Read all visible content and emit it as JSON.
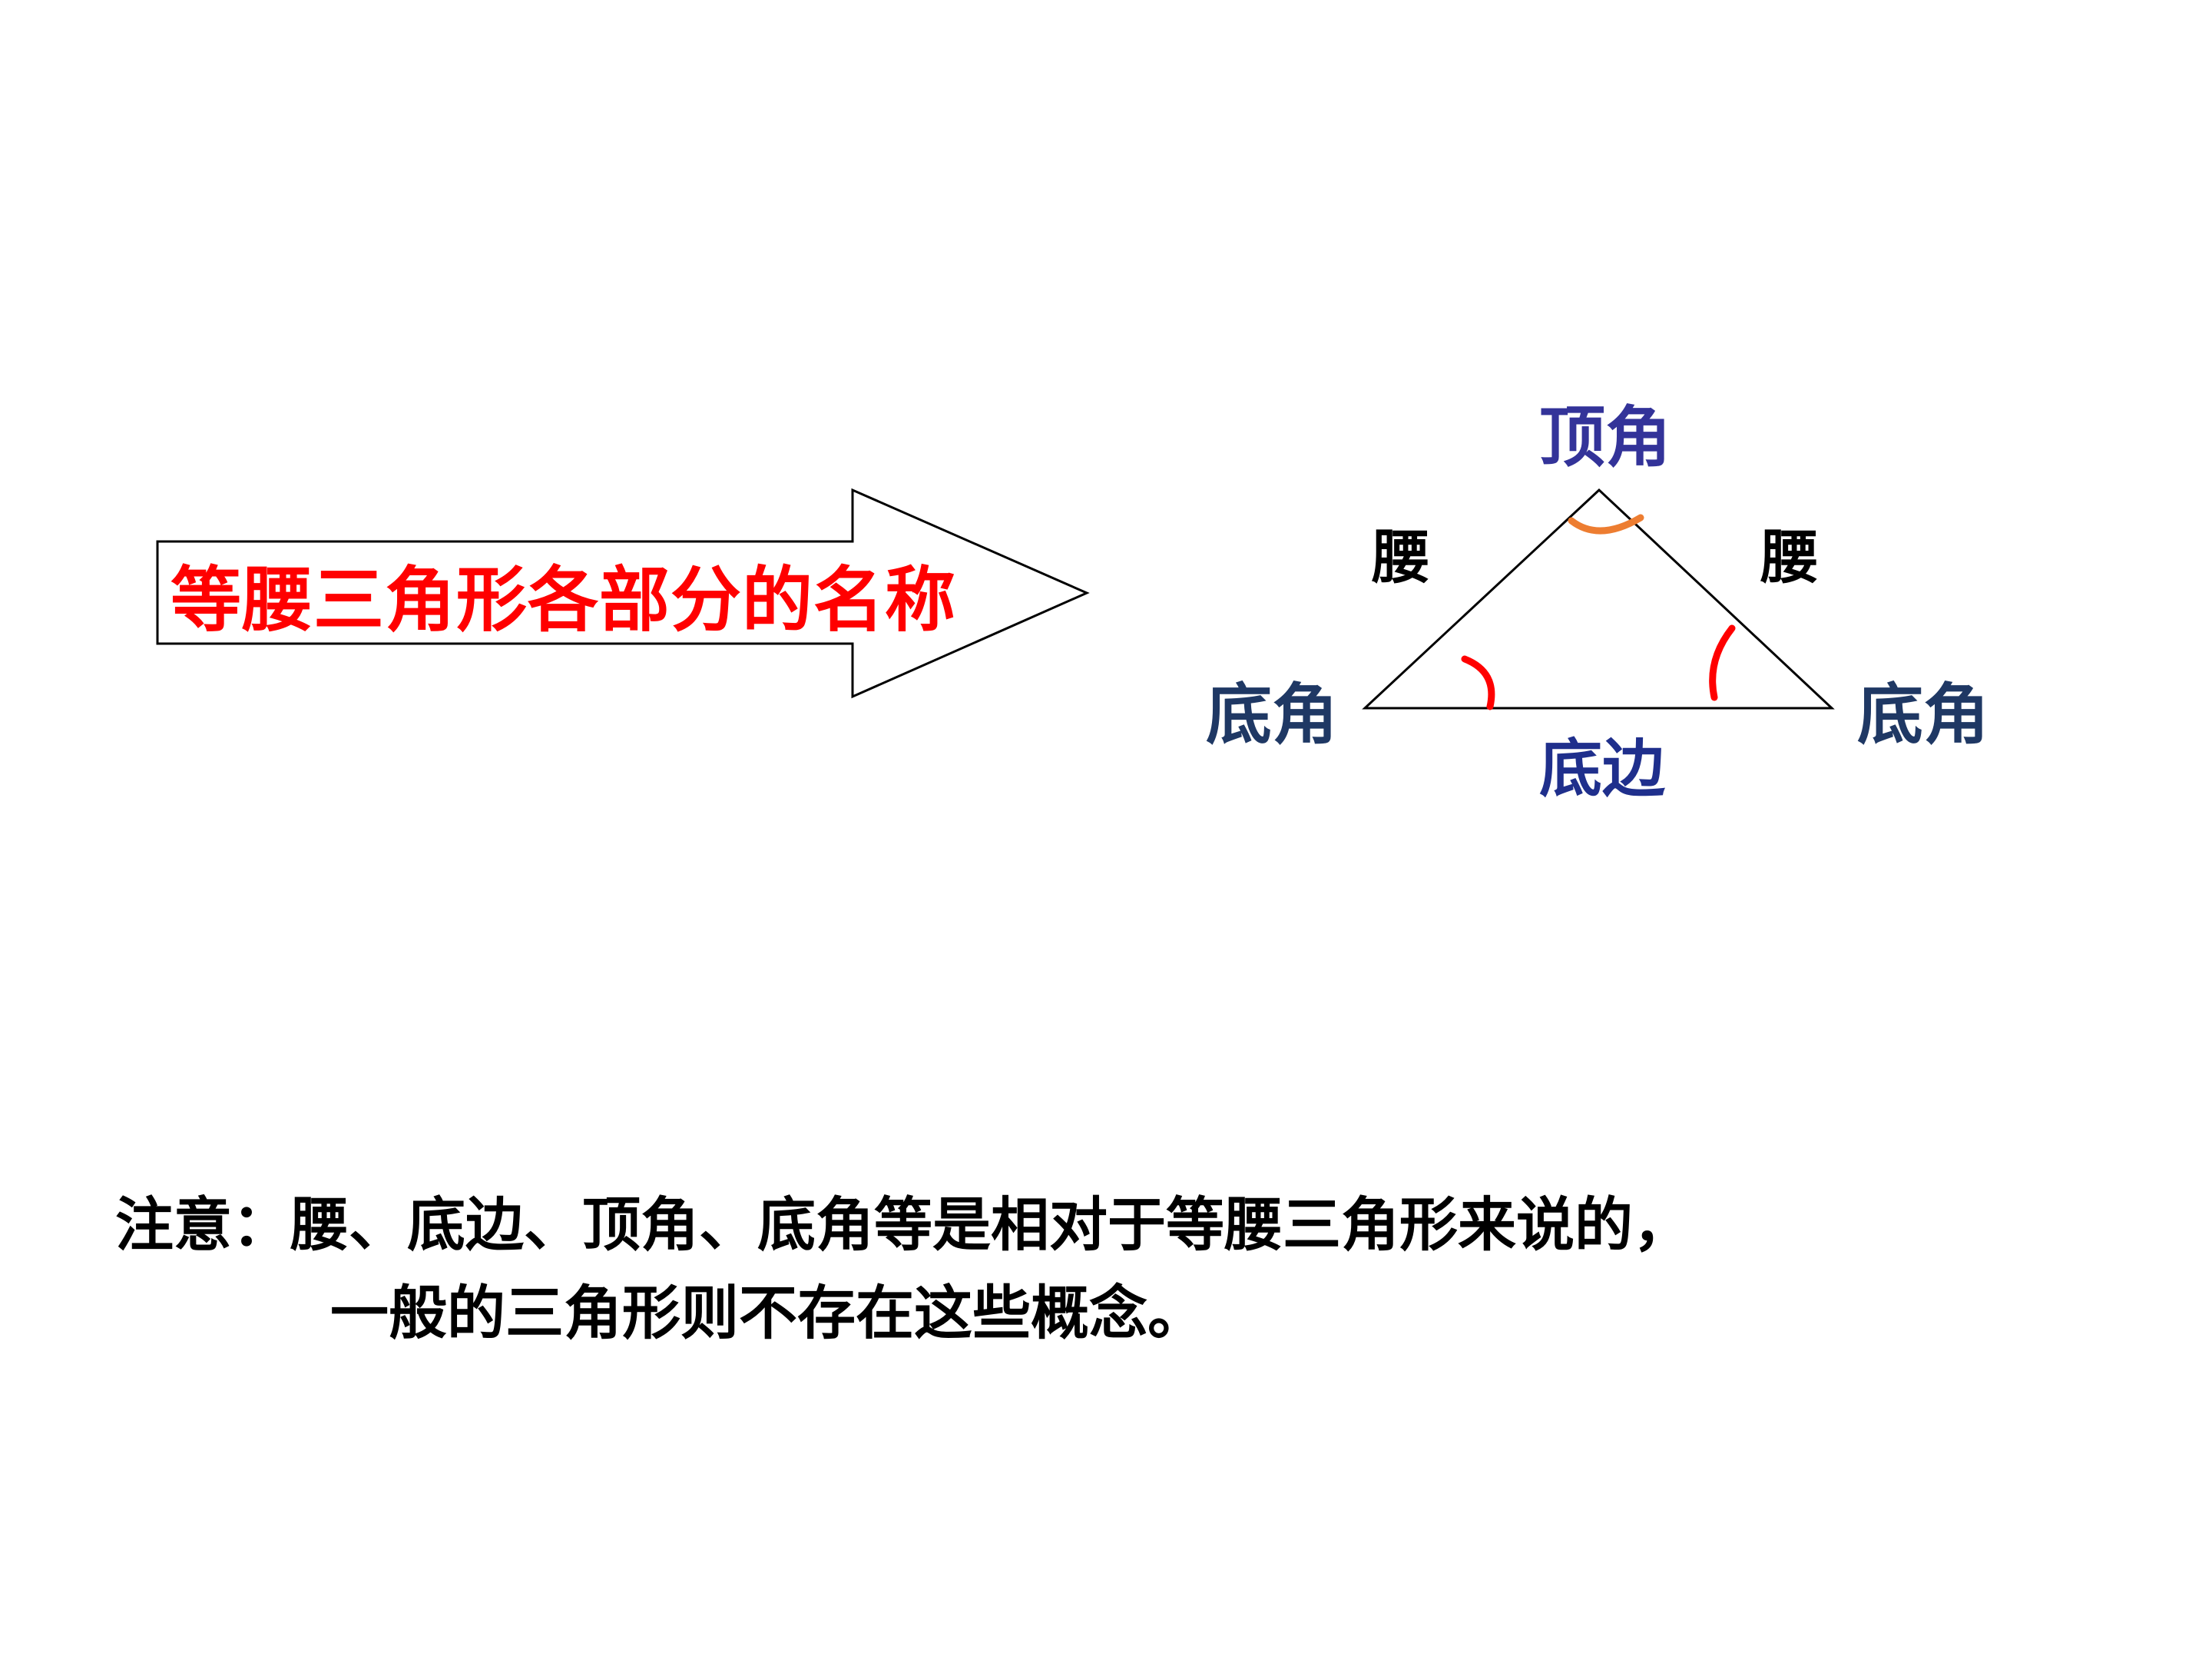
{
  "banner": {
    "text": "等腰三角形各部分的名称",
    "text_color": "#ff0000",
    "outline_color": "#000000"
  },
  "triangle": {
    "apex_label": "顶角",
    "leg_left_label": "腰",
    "leg_right_label": "腰",
    "base_angle_left_label": "底角",
    "base_angle_right_label": "底角",
    "base_label": "底边",
    "colors": {
      "apex_label": "#333399",
      "leg_labels": "#000000",
      "base_angle_labels": "#1f3864",
      "base_label": "#1f2f8c",
      "apex_arc": "#ed7d31",
      "base_arcs": "#ff0000",
      "edges": "#000000"
    }
  },
  "note": {
    "line1": "注意：腰、底边、顶角、底角等是相对于等腰三角形来说的，",
    "line2": "一般的三角形则不存在这些概念。"
  }
}
